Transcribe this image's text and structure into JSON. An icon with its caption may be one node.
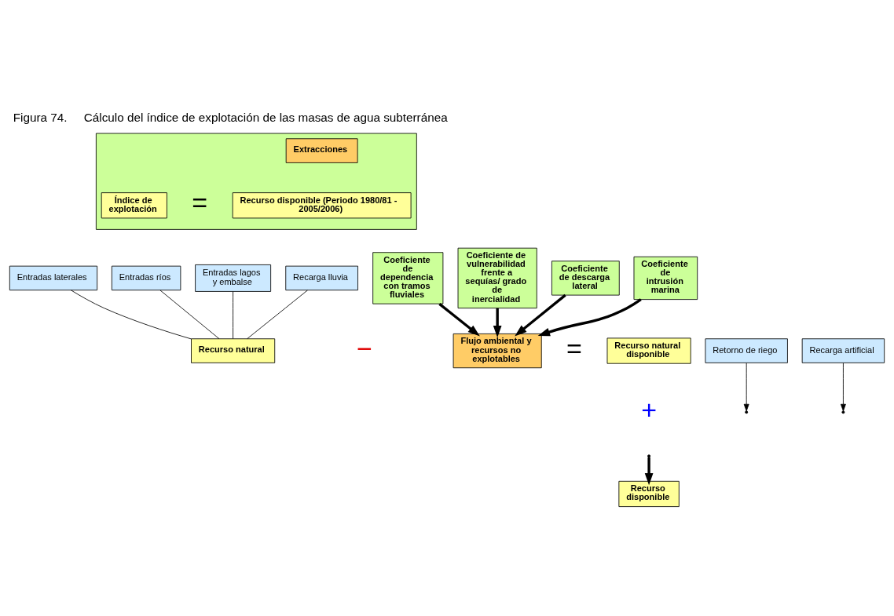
{
  "diagram": {
    "title": "Figura 74.     Cálculo del índice de explotación de las masas de agua subterránea",
    "nodes": [
      {
        "text": [],
        "shape": "box"
      },
      {
        "text": [
          "Índice de explotación"
        ],
        "in": 0
      },
      {
        "text": [
          "Extracciones"
        ],
        "in": 0
      },
      {
        "text": [
          "Recurso disponible (Periodo 1980/81 - 2005/2006)"
        ],
        "in": 0
      },
      {
        "text": [
          "Recarga lluvia"
        ]
      },
      {
        "text": [
          "Entradas laterales"
        ]
      },
      {
        "text": [
          "Entradas ríos"
        ]
      },
      {
        "text": [
          "Entradas lagos y embalse"
        ]
      },
      {
        "text": [
          "Recurso natural"
        ]
      },
      {
        "text": [
          "Flujo ambiental y recursos no explotables"
        ]
      },
      {
        "text": [
          "Recurso natural disponible"
        ]
      },
      {
        "text": [
          "Coeficiente de dependencia con tramos fluviales"
        ]
      },
      {
        "text": [
          "Coeficiente de vulnerabilidad frente a sequías/ grado de inercialidad"
        ]
      },
      {
        "text": [
          "Coeficiente de descarga lateral"
        ]
      },
      {
        "text": [
          "Coeficiente de intrusión marina"
        ]
      },
      {
        "text": [
          "Retorno de riego"
        ]
      },
      {
        "text": [
          "Recarga artificial"
        ]
      },
      {
        "text": [
          "Recurso disponible"
        ]
      }
    ],
    "edges": [
      {
        "from": 4,
        "to": 8,
        "arrow": "none"
      },
      {
        "from": 5,
        "to": 8,
        "arrow": "none"
      },
      {
        "from": 6,
        "to": 8,
        "arrow": "none"
      },
      {
        "from": 7,
        "to": 8,
        "arrow": "none"
      },
      {
        "from": 11,
        "to": 9,
        "arrow": "to",
        "style": "thick"
      },
      {
        "from": 12,
        "to": 9,
        "arrow": "to",
        "style": "thick"
      },
      {
        "from": 13,
        "to": 9,
        "arrow": "to",
        "style": "thick"
      },
      {
        "from": 14,
        "to": 9,
        "arrow": "to",
        "style": "thick"
      },
      {
        "from": 15,
        "to": null,
        "arrow": "to"
      },
      {
        "from": 16,
        "to": null,
        "arrow": "to"
      },
      {
        "from": null,
        "to": 17,
        "arrow": "to",
        "style": "thick"
      }
    ],
    "labels": [
      "=",
      "−",
      "=",
      "+"
    ]
  }
}
